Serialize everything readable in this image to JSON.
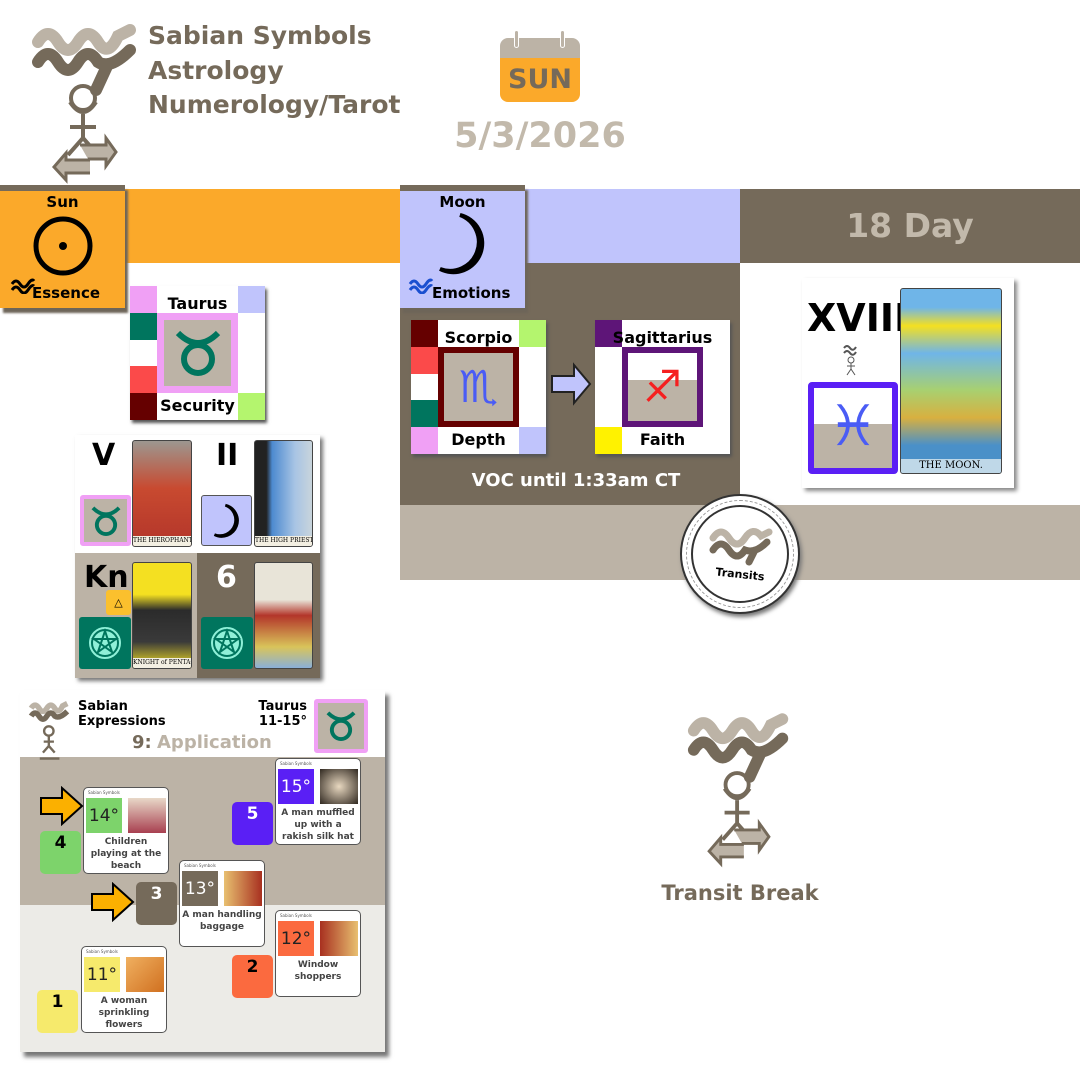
{
  "header": {
    "title_lines": [
      "Sabian Symbols",
      "Astrology",
      "Numerology/Tarot"
    ],
    "day_of_week": "SUN",
    "date": "5/3/2026"
  },
  "colors": {
    "orange": "#fba92a",
    "lavender": "#c0c4fc",
    "dark": "#756a5a",
    "beige": "#bcb3a6",
    "light": "#ecebe7"
  },
  "sun": {
    "planet": "Sun",
    "keyword": "Essence",
    "icon": "sun-symbol-icon",
    "sign": {
      "name": "Taurus",
      "keyword": "Security",
      "icon": "taurus-icon"
    },
    "tarot": [
      {
        "numeral": "V",
        "caption": "THE HIEROPHANT",
        "icon": "taurus-icon"
      },
      {
        "numeral": "II",
        "caption": "THE HIGH PRIESTESS",
        "icon": "moon-icon"
      },
      {
        "numeral": "Kn",
        "caption": "KNIGHT of PENTACLES",
        "icon": "pentacle-icon"
      },
      {
        "numeral": "6",
        "caption": "",
        "icon": "pentacle-icon"
      }
    ]
  },
  "moon": {
    "planet": "Moon",
    "keyword": "Emotions",
    "icon": "moon-icon",
    "from_sign": {
      "name": "Scorpio",
      "keyword": "Depth",
      "glyph": "♏"
    },
    "to_sign": {
      "name": "Sagittarius",
      "keyword": "Faith",
      "glyph": "♐"
    },
    "voc": "VOC until 1:33am CT"
  },
  "day": {
    "label": "18 Day",
    "numeral": "XVIII",
    "tarot_caption": "THE MOON.",
    "glyph": "♓"
  },
  "transits": {
    "label": "Transits"
  },
  "transit_break": {
    "label": "Transit Break"
  },
  "sabian": {
    "title_lines": [
      "Sabian",
      "Expressions"
    ],
    "sign": "Taurus",
    "range": "11-15°",
    "phase_number": "9:",
    "phase_name": "Application",
    "card_header": "Sabian Symbols",
    "card_sign": "Taurus",
    "cards": [
      {
        "degree": "15°",
        "caption": "A man muffled up with a rakish silk hat",
        "number": "5",
        "color": "#5a1ff5"
      },
      {
        "degree": "14°",
        "caption": "Children playing at the beach",
        "number": "4",
        "color": "#7dd36b"
      },
      {
        "degree": "13°",
        "caption": "A man handling baggage",
        "number": "3",
        "color": "#756a5a"
      },
      {
        "degree": "12°",
        "caption": "Window shoppers",
        "number": "2",
        "color": "#fb6a3f"
      },
      {
        "degree": "11°",
        "caption": "A woman sprinkling flowers",
        "number": "1",
        "color": "#f6ea6c"
      }
    ]
  }
}
